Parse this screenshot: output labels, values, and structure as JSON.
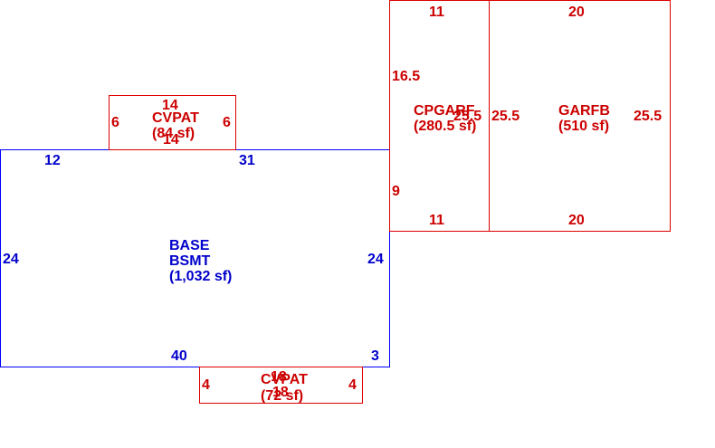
{
  "areas": {
    "base": {
      "code": "BASE",
      "code2": "BSMT",
      "area": "(1,032 sf)",
      "dims": {
        "top_left": "12",
        "top_right": "31",
        "left": "24",
        "right": "24",
        "bottom": "40",
        "bottom_right": "3"
      }
    },
    "cvpat_top": {
      "code": "CVPAT",
      "area": "(84 sf)",
      "dims": {
        "top": "14",
        "bottom": "14",
        "left": "6",
        "right": "6"
      }
    },
    "cvpat_bottom": {
      "code": "CVPAT",
      "area": "(72 sf)",
      "dims": {
        "top": "18",
        "bottom": "18",
        "left": "4",
        "right": "4"
      }
    },
    "cpgarf": {
      "code": "CPGARF",
      "area": "(280.5 sf)",
      "dims": {
        "top": "11",
        "bottom": "11",
        "left_top": "16.5",
        "left_bottom": "9",
        "right": "25.5"
      }
    },
    "garfb": {
      "code": "GARFB",
      "area": "(510 sf)",
      "dims": {
        "top": "20",
        "bottom": "20",
        "left": "25.5",
        "right": "25.5"
      }
    }
  },
  "colors": {
    "base": "#0000ff",
    "additions": "#dd0000"
  }
}
